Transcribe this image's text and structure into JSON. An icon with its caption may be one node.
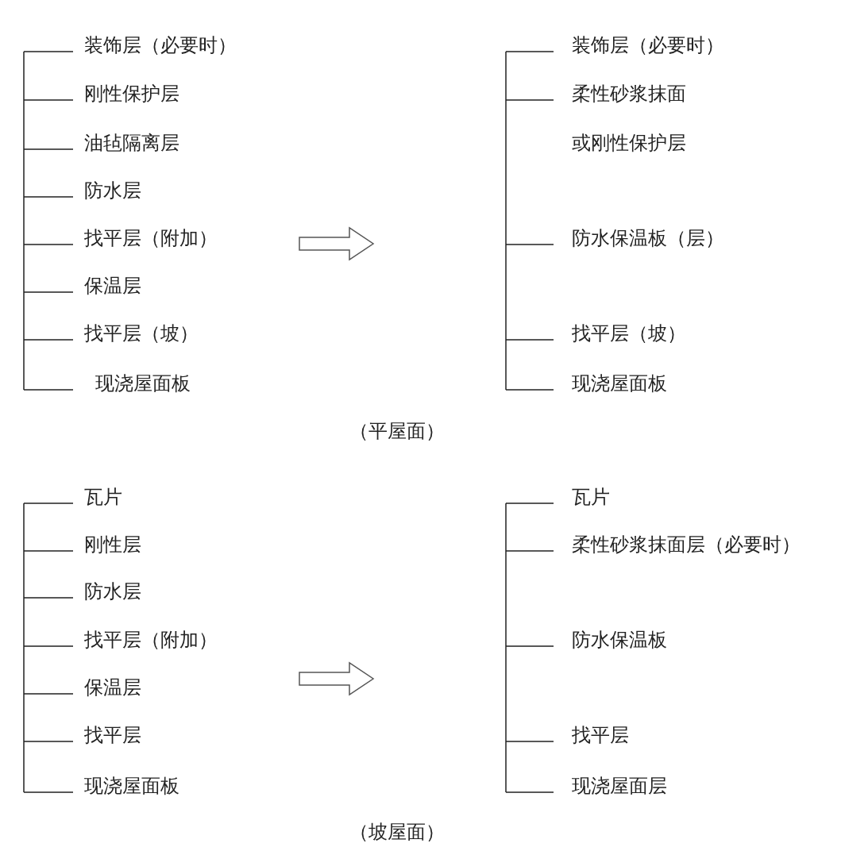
{
  "diagram": {
    "labels": [
      "装饰层（必要时）",
      "刚性保护层",
      "油毡隔离层",
      "防水层",
      "找平层（附加）",
      "保温层",
      "找平层（坡）",
      "现浇屋面板",
      "装饰层（必要时）",
      "柔性砂浆抹面",
      "或刚性保护层",
      "防水保温板（层）",
      "找平层（坡）",
      "现浇屋面板",
      "（平屋面）",
      "瓦片",
      "刚性层",
      "防水层",
      "找平层（附加）",
      "保温层",
      "找平层",
      "现浇屋面板",
      "瓦片",
      "柔性砂浆抹面层（必要时）",
      "防水保温板",
      "找平层",
      "现浇屋面层",
      "（坡屋面）"
    ]
  }
}
